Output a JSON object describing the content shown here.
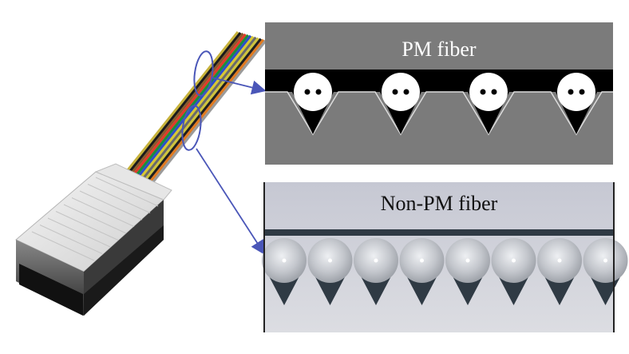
{
  "panels": {
    "top": {
      "title": "PM fiber",
      "fiber_count": 4
    },
    "bottom": {
      "title": "Non-PM fiber",
      "fiber_count": 8
    }
  },
  "colors": {
    "pm_background": "#7b7b7b",
    "pm_channel": "#000000",
    "pm_fiber": "#ffffff",
    "non_pm_top": "#c9cbd6",
    "non_pm_bottom": "#d7d8dd",
    "non_pm_fiber": "#b9bcc2",
    "arrow": "#4a56b8",
    "ribbon": [
      "#c7b23a",
      "#1a1a1a",
      "#8b5a2b",
      "#e03a2a",
      "#1b8f3a",
      "#2e4ec9",
      "#d8c830",
      "#6a6a6a",
      "#cfc43c",
      "#1e1e1e",
      "#e07a20",
      "#9a9a9a"
    ]
  },
  "icons": [
    "connector-ferrule-icon",
    "fiber-ribbon-icon",
    "callout-ellipse-icon",
    "pointer-arrow-icon"
  ]
}
